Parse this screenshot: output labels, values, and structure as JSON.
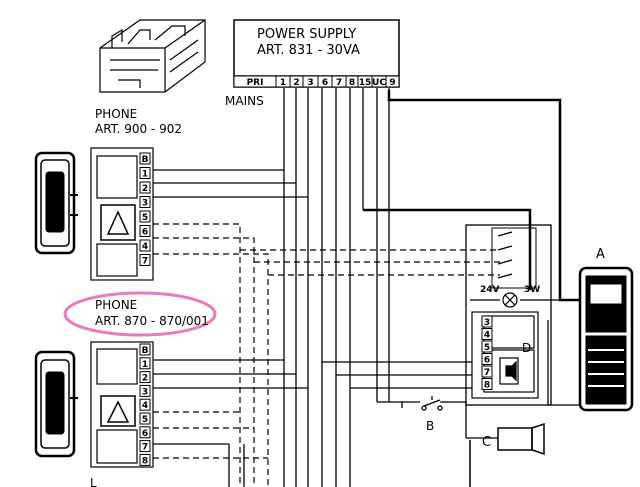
{
  "power_supply": {
    "title": "POWER SUPPLY",
    "model": "ART. 831 - 30VA",
    "terminals": [
      "PRI",
      "1",
      "2",
      "3",
      "6",
      "7",
      "8",
      "15",
      "UC",
      "9"
    ],
    "mains_label": "MAINS"
  },
  "phone_top": {
    "title": "PHONE",
    "model": "ART. 900 - 902",
    "terminals": [
      "B",
      "1",
      "2",
      "3",
      "5",
      "6",
      "4",
      "7"
    ]
  },
  "phone_bottom": {
    "title": "PHONE",
    "model": "ART. 870 - 870/001",
    "terminals": [
      "B",
      "1",
      "2",
      "3",
      "4",
      "5",
      "6",
      "7",
      "8"
    ],
    "highlight_color": "#e87ac0"
  },
  "door_panel": {
    "label": "A",
    "lamp_left": "24V",
    "lamp_right": "3W",
    "terminals": [
      "3",
      "4",
      "5",
      "6",
      "7",
      "8"
    ],
    "speaker_label": "D"
  },
  "push_button_label": "B",
  "lock_label": "C",
  "bottom_clipped_text": "L"
}
